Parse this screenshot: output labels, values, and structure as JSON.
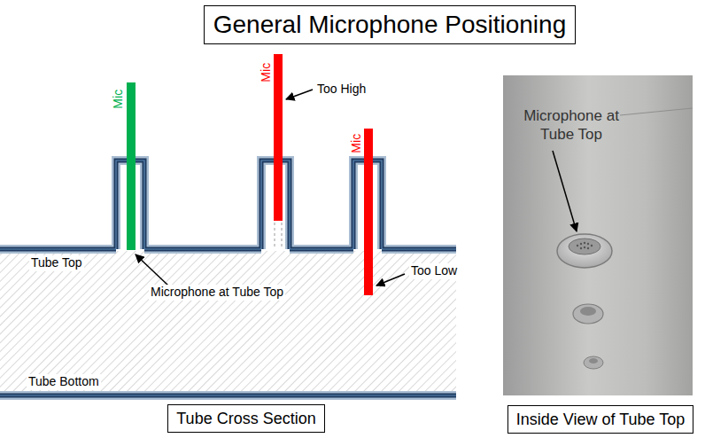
{
  "diagram": {
    "title": "General Microphone Positioning",
    "nodes": [
      {
        "text": [
          "Tube Cross Section"
        ]
      },
      {
        "text": [
          "Inside View of Tube Top"
        ]
      }
    ],
    "labels": [
      "Mic",
      "Mic",
      "Mic",
      "Too High",
      "Too Low",
      "Tube Top",
      "Microphone at Tube Top",
      "Tube Bottom",
      "Microphone at Tube Top"
    ]
  }
}
